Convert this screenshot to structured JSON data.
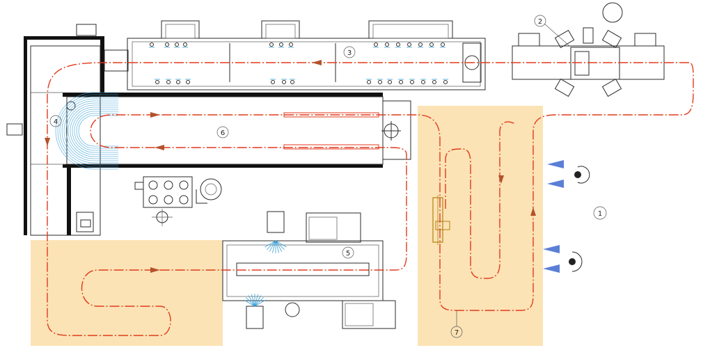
{
  "diagram": {
    "zones": [
      {
        "id": "1",
        "label": "1"
      },
      {
        "id": "2",
        "label": "2"
      },
      {
        "id": "3",
        "label": "3"
      },
      {
        "id": "4",
        "label": "4"
      },
      {
        "id": "5",
        "label": "5"
      },
      {
        "id": "6",
        "label": "6"
      },
      {
        "id": "7",
        "label": "7"
      }
    ],
    "colors": {
      "conveyor": "#e23a1c",
      "work_area": "#fbe3b5",
      "equipment": "#2a2a2a",
      "spray": "#39a0d6",
      "nozzle_blue": "#5b7fd6",
      "direction_arrow": "#b3522b"
    },
    "icons": [
      "spray-nozzle-icon",
      "motor-icon",
      "fan-icon",
      "operator-icon",
      "flow-arrow-icon"
    ]
  }
}
